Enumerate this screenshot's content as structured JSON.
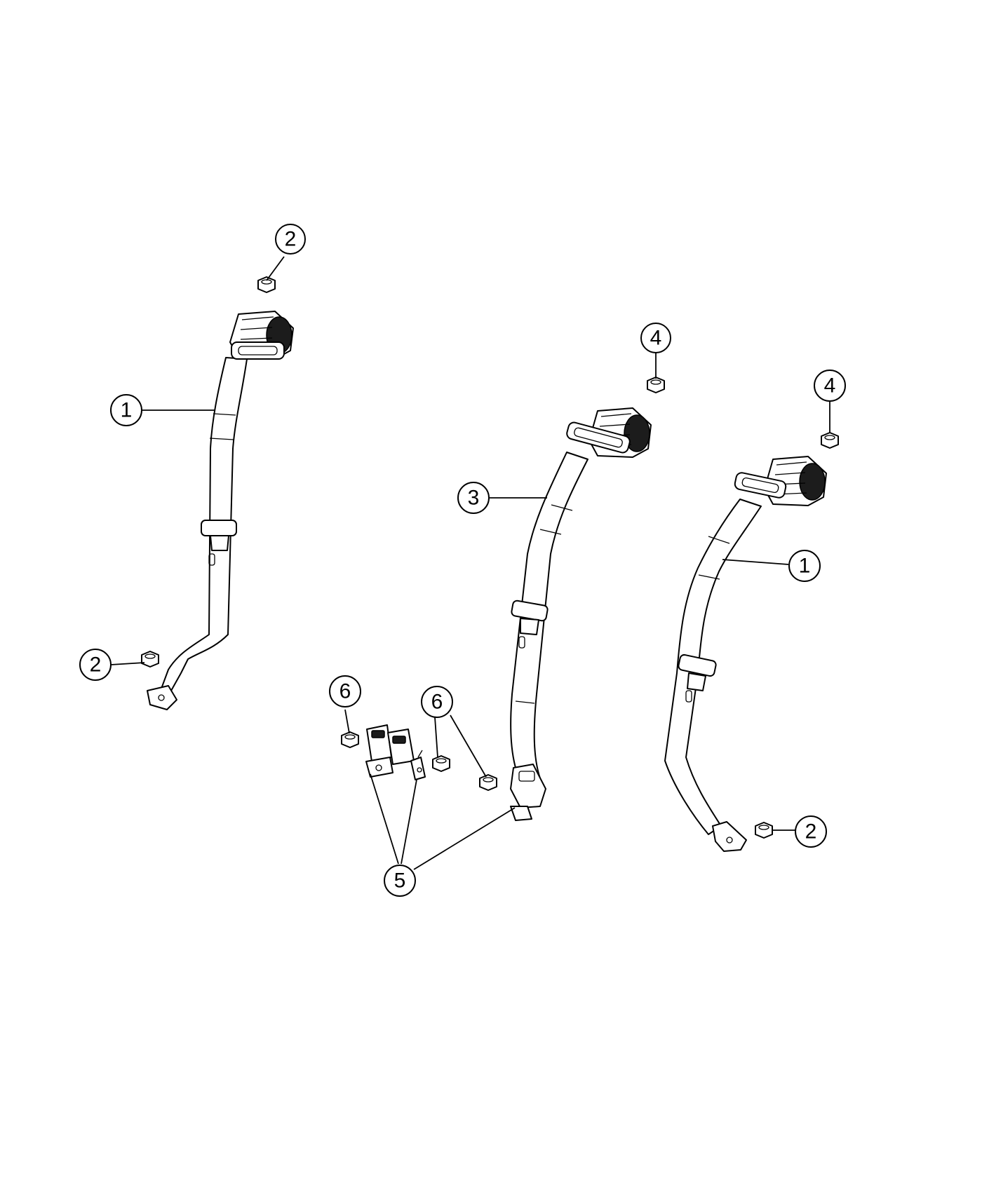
{
  "diagram": {
    "callouts": [
      {
        "id": "c2-top-left",
        "label": "2"
      },
      {
        "id": "c1-left",
        "label": "1"
      },
      {
        "id": "c2-mid-left",
        "label": "2"
      },
      {
        "id": "c4-center",
        "label": "4"
      },
      {
        "id": "c4-right",
        "label": "4"
      },
      {
        "id": "c3",
        "label": "3"
      },
      {
        "id": "c1-right",
        "label": "1"
      },
      {
        "id": "c6-left",
        "label": "6"
      },
      {
        "id": "c6-right",
        "label": "6"
      },
      {
        "id": "c5",
        "label": "5"
      },
      {
        "id": "c2-bottom-right",
        "label": "2"
      }
    ]
  }
}
